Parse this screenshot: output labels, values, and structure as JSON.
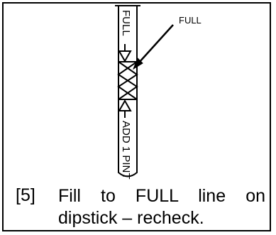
{
  "diagram": {
    "dipstick_label_top": "FULL",
    "dipstick_label_bottom": "ADD 1 PINT",
    "callout_label": "FULL"
  },
  "instruction": {
    "step_number": "[5]",
    "line1": "Fill to FULL line on",
    "line2": "dipstick – recheck."
  }
}
